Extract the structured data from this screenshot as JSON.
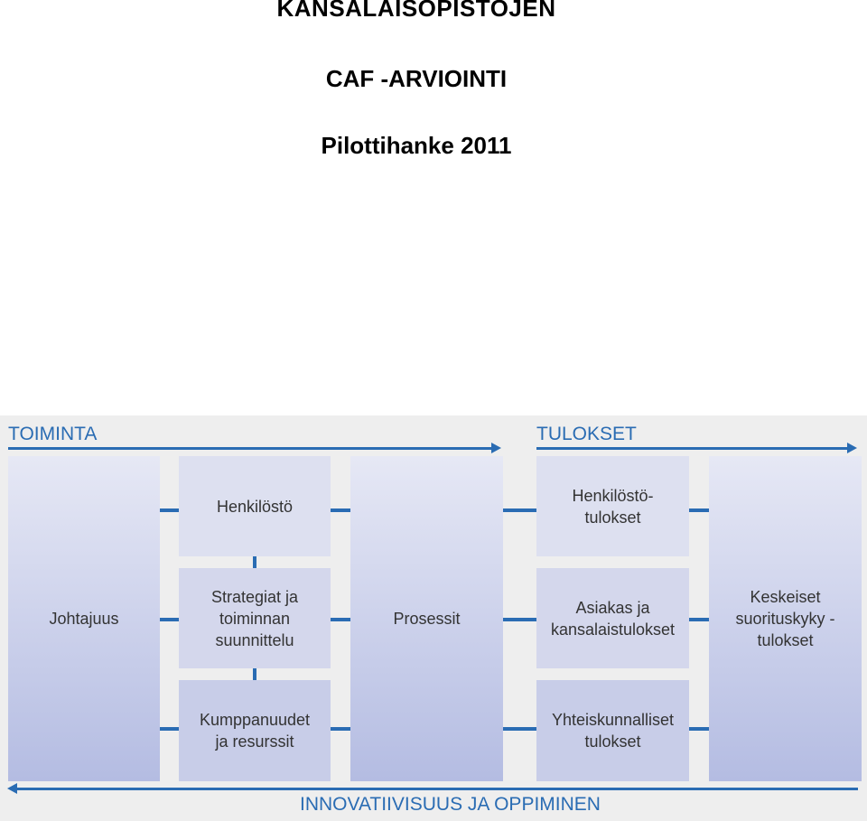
{
  "header": {
    "line1": "KANSALAISOPISTOJEN",
    "line2": "CAF -ARVIOINTI",
    "line3": "Pilottihanke 2011"
  },
  "diagram": {
    "left_section": "TOIMINTA",
    "right_section": "TULOKSET",
    "bottom_banner": "INNOVATIIVISUUS JA OPPIMINEN",
    "boxes": {
      "johtajuus": "Johtajuus",
      "henkilosto": "Henkilöstö",
      "strategiat": "Strategiat ja toiminnan suunnittelu",
      "kumppanuudet": "Kumppanuudet ja resurssit",
      "prosessit": "Prosessit",
      "henkilostotulokset": "Henkilöstö-tulokset",
      "asiakastulokset": "Asiakas ja kansalaistulokset",
      "yhteiskunnalliset": "Yhteiskunnalliset tulokset",
      "keskeiset": "Keskeiset suorituskyky -tulokset"
    },
    "colors": {
      "accent": "#2a6cb3",
      "box": "#dde0f0",
      "background": "#eeeeee"
    }
  }
}
